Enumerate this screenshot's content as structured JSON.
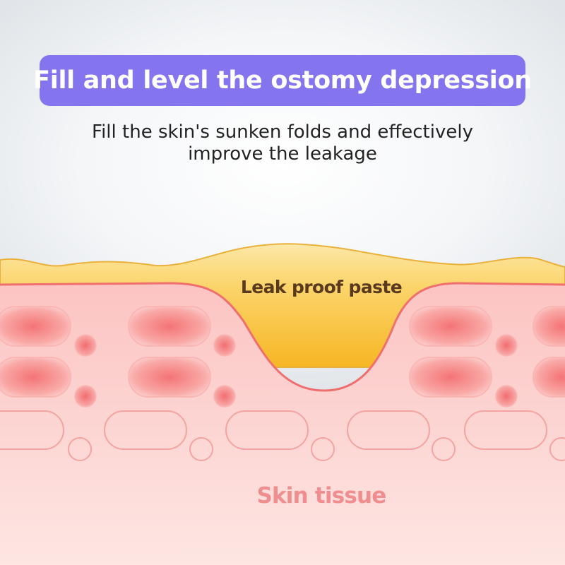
{
  "title": "Fill and level the ostomy depression",
  "subtitle_lines": [
    "Fill the skin's sunken folds and effectively",
    "improve the leakage"
  ],
  "labels": {
    "paste": "Leak proof paste",
    "skin": "Skin tissue"
  },
  "colors": {
    "title_badge": "#8474ee",
    "paste_fill": "#f9c23c",
    "skin_fill": "#fcd6d4",
    "skin_surface_line": "#ef6f6f",
    "cell_red": "#f47e80"
  }
}
